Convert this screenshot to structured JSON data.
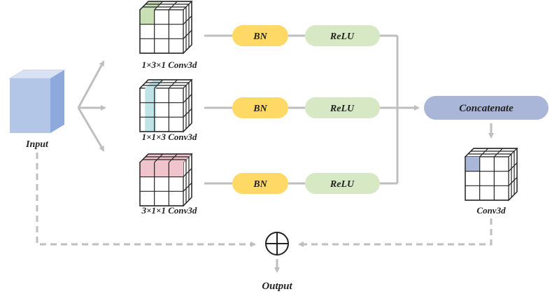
{
  "input": {
    "label": "Input"
  },
  "branches": [
    {
      "conv_label": "1×3×1 Conv3d",
      "bn_label": "BN",
      "relu_label": "ReLU",
      "highlight": "#c9dfb4"
    },
    {
      "conv_label": "1×1×3 Conv3d",
      "bn_label": "BN",
      "relu_label": "ReLU",
      "highlight": "#bfe3e7"
    },
    {
      "conv_label": "3×1×1 Conv3d",
      "bn_label": "BN",
      "relu_label": "ReLU",
      "highlight": "#f1c3cc"
    }
  ],
  "concat": {
    "label": "Concatenate"
  },
  "conv_out": {
    "label": "Conv3d",
    "highlight": "#a9b6d8"
  },
  "add": {
    "symbol": "⊕"
  },
  "output": {
    "label": "Output"
  },
  "colors": {
    "bn": "#ffd966",
    "relu": "#d6e8c4",
    "concat": "#a9b6d8",
    "arrow": "#bfbfbf",
    "input_cube_front": "#b4c6e7",
    "input_cube_top": "#d9e2f3",
    "input_cube_side": "#8ea9db"
  }
}
